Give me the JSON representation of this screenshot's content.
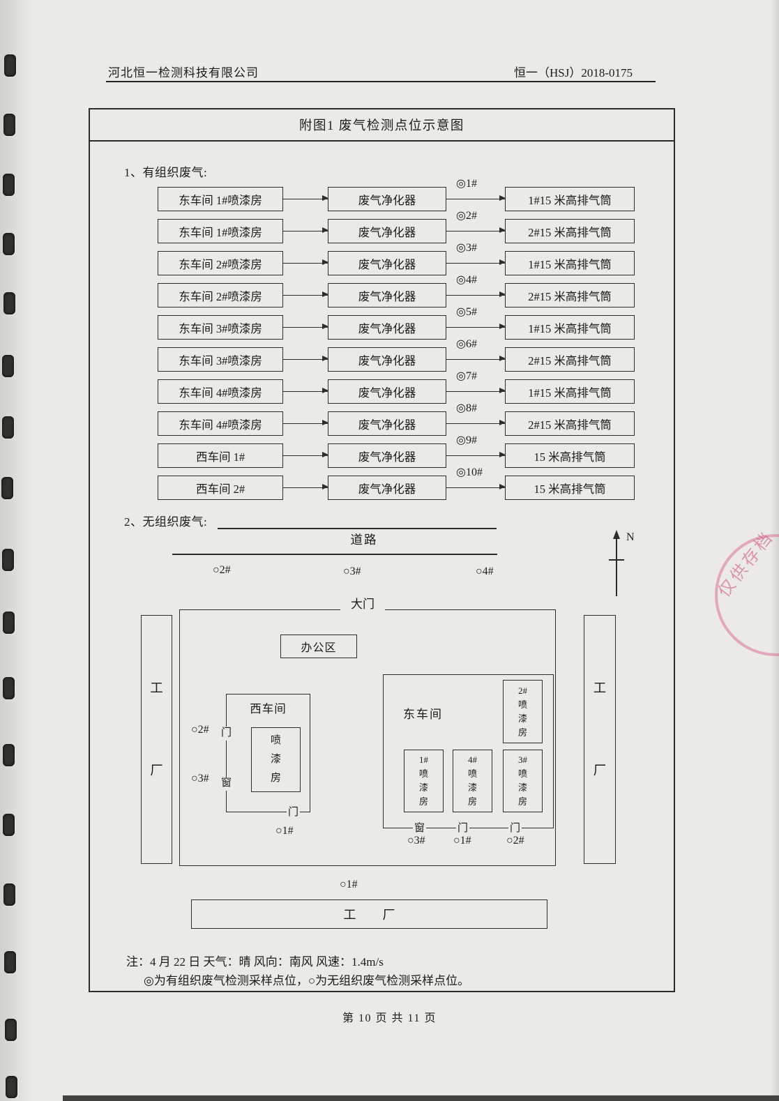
{
  "header": {
    "company": "河北恒一检测科技有限公司",
    "doc_number": "恒一（HSJ）2018-0175"
  },
  "figure": {
    "title": "附图1 废气检测点位示意图",
    "organized": {
      "label": "1、有组织废气:",
      "rows": [
        {
          "source": "东车间 1#喷漆房",
          "device": "废气净化器",
          "point": "◎1#",
          "stack": "1#15 米高排气筒"
        },
        {
          "source": "东车间 1#喷漆房",
          "device": "废气净化器",
          "point": "◎2#",
          "stack": "2#15 米高排气筒"
        },
        {
          "source": "东车间 2#喷漆房",
          "device": "废气净化器",
          "point": "◎3#",
          "stack": "1#15 米高排气筒"
        },
        {
          "source": "东车间 2#喷漆房",
          "device": "废气净化器",
          "point": "◎4#",
          "stack": "2#15 米高排气筒"
        },
        {
          "source": "东车间 3#喷漆房",
          "device": "废气净化器",
          "point": "◎5#",
          "stack": "1#15 米高排气筒"
        },
        {
          "source": "东车间 3#喷漆房",
          "device": "废气净化器",
          "point": "◎6#",
          "stack": "2#15 米高排气筒"
        },
        {
          "source": "东车间 4#喷漆房",
          "device": "废气净化器",
          "point": "◎7#",
          "stack": "1#15 米高排气筒"
        },
        {
          "source": "东车间 4#喷漆房",
          "device": "废气净化器",
          "point": "◎8#",
          "stack": "2#15 米高排气筒"
        },
        {
          "source": "西车间 1#",
          "device": "废气净化器",
          "point": "◎9#",
          "stack": "15 米高排气筒"
        },
        {
          "source": "西车间 2#",
          "device": "废气净化器",
          "point": "◎10#",
          "stack": "15 米高排气筒"
        }
      ]
    },
    "unorganized": {
      "label": "2、无组织废气:",
      "road": "道路",
      "road_points": [
        "○2#",
        "○3#",
        "○4#"
      ],
      "north": "N",
      "gate": "大门",
      "left_factory": "工厂",
      "right_factory": "工厂",
      "office": "办公区",
      "west_workshop": {
        "name": "西车间",
        "booth": "喷漆房",
        "door_left": "门",
        "window_left": "窗",
        "door_bottom": "门",
        "point_door": "○2#",
        "point_window": "○3#",
        "point_south": "○1#"
      },
      "east_workshop": {
        "name": "东车间",
        "booth_top": "2#喷漆房",
        "booths": [
          "1#喷漆房",
          "4#喷漆房",
          "3#喷漆房"
        ],
        "window_bottom": "窗",
        "door_bottom_1": "门",
        "door_bottom_2": "门",
        "points_bottom": [
          "○3#",
          "○1#",
          "○2#"
        ]
      },
      "south_point": "○1#",
      "bottom_factory": "工厂"
    },
    "notes": [
      "注：4 月 22 日 天气：晴    风向：南风    风速：1.4m/s",
      "◎为有组织废气检测采样点位，○为无组织废气检测采样点位。"
    ]
  },
  "footer": {
    "page_info": "第 10 页 共 11 页"
  },
  "stamp": {
    "text": "仅供存档"
  }
}
